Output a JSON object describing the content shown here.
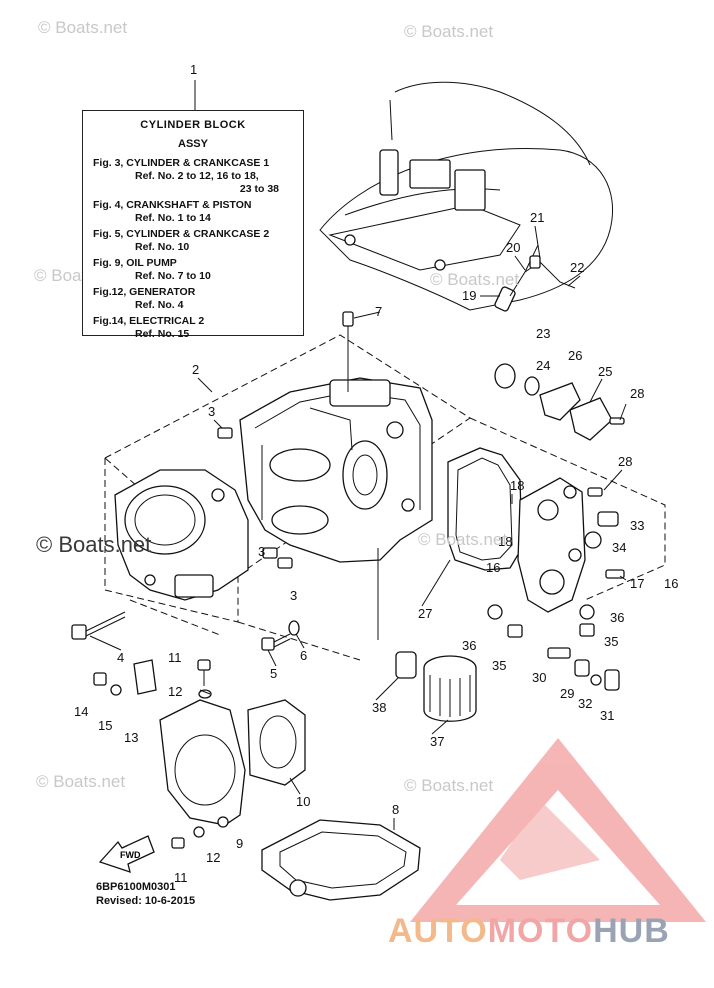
{
  "info_box": {
    "title": "CYLINDER BLOCK",
    "subtitle": "ASSY",
    "entries": [
      {
        "fig": "Fig. 3, CYLINDER & CRANKCASE 1",
        "ref": "Ref. No. 2 to 12, 16 to 18,",
        "ref_extra": "23 to 38"
      },
      {
        "fig": "Fig. 4, CRANKSHAFT & PISTON",
        "ref": "Ref. No. 1 to 14"
      },
      {
        "fig": "Fig. 5, CYLINDER & CRANKCASE 2",
        "ref": "Ref. No. 10"
      },
      {
        "fig": "Fig. 9, OIL PUMP",
        "ref": "Ref. No. 7 to 10"
      },
      {
        "fig": "Fig.12, GENERATOR",
        "ref": "Ref. No. 4"
      },
      {
        "fig": "Fig.14, ELECTRICAL 2",
        "ref": "Ref. No. 15"
      }
    ]
  },
  "callouts": {
    "c1": "1",
    "c2": "2",
    "c3a": "3",
    "c3b": "3",
    "c3c": "3",
    "c4": "4",
    "c5": "5",
    "c6": "6",
    "c7": "7",
    "c8": "8",
    "c9": "9",
    "c10": "10",
    "c11a": "11",
    "c11b": "11",
    "c12a": "12",
    "c12b": "12",
    "c13": "13",
    "c14": "14",
    "c15": "15",
    "c16a": "16",
    "c16b": "16",
    "c17": "17",
    "c18a": "18",
    "c18b": "18",
    "c19": "19",
    "c20": "20",
    "c21": "21",
    "c22": "22",
    "c23": "23",
    "c24": "24",
    "c25": "25",
    "c26": "26",
    "c27": "27",
    "c28a": "28",
    "c28b": "28",
    "c29": "29",
    "c30": "30",
    "c31": "31",
    "c32": "32",
    "c33": "33",
    "c34": "34",
    "c35a": "35",
    "c35b": "35",
    "c36a": "36",
    "c36b": "36",
    "c37": "37",
    "c38": "38"
  },
  "fwd_label": "FWD",
  "drawing_code": "6BP6100M0301",
  "revised": "Revised: 10-6-2015",
  "watermarks": [
    "© Boats.net",
    "© Boats.net",
    "© Boats.net",
    "© Boats.net",
    "© Boats.net",
    "© Boats.net",
    "© Boats.net"
  ],
  "watermark_large": "© Boats.net",
  "brand": {
    "part1": "AUTO",
    "part2": "MOTO",
    "part3": "HUB"
  },
  "colors": {
    "brand_logo": "#f07a7a",
    "brand_auto": "#f4b98a",
    "brand_moto": "#f2a5a5",
    "brand_hub": "#9aa3b4",
    "line": "#111111"
  }
}
